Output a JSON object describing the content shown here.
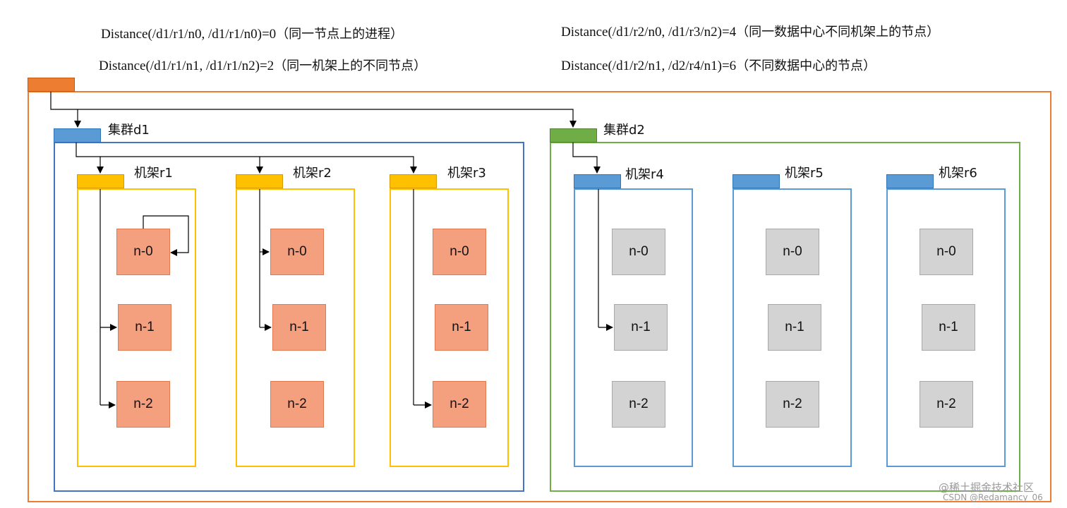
{
  "distances": [
    {
      "expr": "Distance(/d1/r1/n0, /d1/r1/n0)=0",
      "note": "（同一节点上的进程）"
    },
    {
      "expr": "Distance(/d1/r1/n1, /d1/r1/n2)=2",
      "note": "（同一机架上的不同节点）"
    },
    {
      "expr": "Distance(/d1/r2/n0, /d1/r3/n2)=4",
      "note": "（同一数据中心不同机架上的节点）"
    },
    {
      "expr": "Distance(/d1/r2/n1, /d2/r4/n1)=6",
      "note": "（不同数据中心的节点）"
    }
  ],
  "clusters": [
    {
      "label": "集群d1",
      "color": "#4472c4"
    },
    {
      "label": "集群d2",
      "color": "#70ad47"
    }
  ],
  "racks": [
    {
      "label": "机架r1",
      "nodes": [
        "n-0",
        "n-1",
        "n-2"
      ]
    },
    {
      "label": "机架r2",
      "nodes": [
        "n-0",
        "n-1",
        "n-2"
      ]
    },
    {
      "label": "机架r3",
      "nodes": [
        "n-0",
        "n-1",
        "n-2"
      ]
    },
    {
      "label": "机架r4",
      "nodes": [
        "n-0",
        "n-1",
        "n-2"
      ]
    },
    {
      "label": "机架r5",
      "nodes": [
        "n-0",
        "n-1",
        "n-2"
      ]
    },
    {
      "label": "机架r6",
      "nodes": [
        "n-0",
        "n-1",
        "n-2"
      ]
    }
  ],
  "colors": {
    "root": "#ed7d31",
    "d1_rack": "#ffc000",
    "d2_rack": "#5b9bd5",
    "node_active": "#f4a07f",
    "node_idle": "#d3d3d3"
  },
  "watermark": {
    "line1": "@稀土掘金技术社区",
    "line2": "CSDN @Redamancy_06"
  }
}
